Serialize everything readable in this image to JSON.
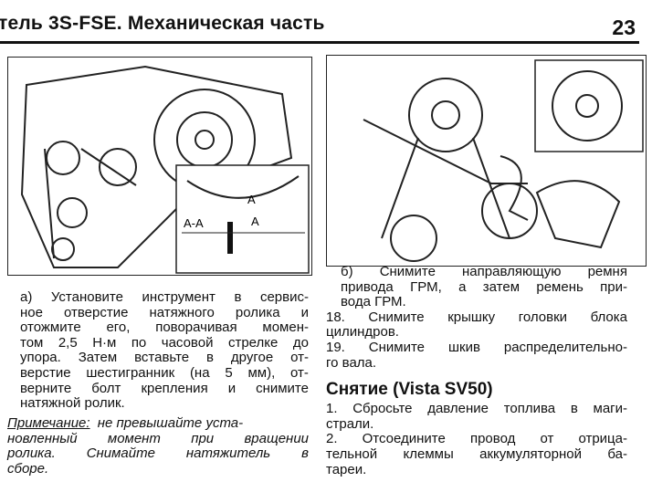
{
  "header": {
    "title": "тель 3S-FSE. Механическая часть",
    "page_number": "23"
  },
  "figure_left": {
    "labels": [
      "A",
      "A-A",
      "A"
    ]
  },
  "left_text": {
    "step_a": [
      "а) Установите инструмент в сервис-",
      "ное отверстие натяжного ролика и",
      "отожмите его, поворачивая момен-",
      "том 2,5 Н·м по часовой стрелке до",
      "упора. Затем вставьте в другое от-",
      "верстие шестигранник (на 5 мм), от-",
      "верните болт крепления и снимите",
      "натяжной ролик."
    ],
    "note_label": "Примечание:",
    "note": [
      " не превышайте уста-",
      "новленный момент при вращении",
      "ролика. Снимайте натяжитель в",
      "сборе."
    ]
  },
  "right_text": {
    "step_b": [
      "б) Снимите направляющую ремня",
      "привода ГРМ, а затем ремень при-",
      "вода ГРМ."
    ],
    "step_18": [
      "18. Снимите крышку головки блока",
      "цилиндров."
    ],
    "step_19": [
      "19. Снимите шкив распределительно-",
      "го вала."
    ],
    "heading": "Снятие (Vista SV50)",
    "step_1": [
      "1. Сбросьте давление топлива в маги-",
      "страли."
    ],
    "step_2": [
      "2. Отсоедините провод от отрица-",
      "тельной клеммы аккумуляторной ба-",
      "тареи."
    ]
  }
}
